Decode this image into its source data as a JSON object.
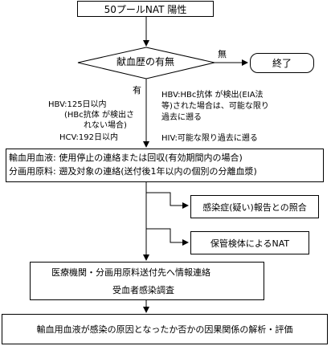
{
  "flow": {
    "start": "50プールNAT 陽性",
    "decision": "献血歴の有無",
    "no_label": "無",
    "yes_label": "有",
    "end": "終了",
    "left_note": {
      "hbv": "HBV:125日以内",
      "hbv_sub1": "(HBc抗体 が検出さ",
      "hbv_sub2": "れない場合)",
      "hcv": "HCV:192日以内"
    },
    "right_note": {
      "line1": "HBV:HBc抗体 が検出(EIA法",
      "line2": "等)された場合は、可能な限り",
      "line3": "過去に遡る",
      "hiv": "HIV:可能な限り過去に遡る"
    },
    "action": {
      "line1": "輸血用血液: 使用停止の連絡または回収(有効期間内の場合)",
      "line2": "分画用原料: 遡及対象の連絡(送付後1年以内の個別の分離血漿)"
    },
    "side1": "感染症(疑い)報告との照合",
    "side2": "保管検体によるNAT",
    "notify": {
      "line1": "医療機関・分画用原料送付先へ情報連絡",
      "line2": "受血者感染調査"
    },
    "final": "輸血用血液が感染の原因となったか否かの因果関係の解析・評価"
  }
}
